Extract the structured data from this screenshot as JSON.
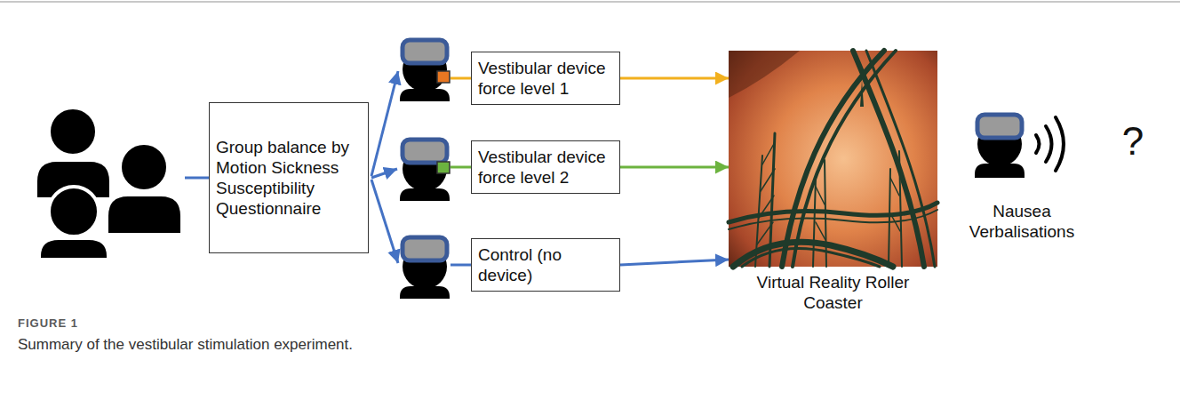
{
  "diagram": {
    "caption": "Summary of the vestibular stimulation experiment.",
    "nodes": [
      {
        "text": [
          "Group balance by Motion Sickness Susceptibility Questionnaire"
        ]
      },
      {
        "text": [
          "Vestibular device force level 1"
        ]
      },
      {
        "text": [
          "Vestibular device force level 2"
        ]
      },
      {
        "text": [
          "Control (no device)"
        ]
      },
      {
        "text": [
          "Virtual Reality Roller Coaster"
        ]
      }
    ],
    "edges": [
      {
        "from": 1,
        "to": 4,
        "arrow": "to"
      },
      {
        "from": 2,
        "to": 4,
        "arrow": "to"
      },
      {
        "from": 3,
        "to": 4,
        "arrow": "to"
      }
    ],
    "labels": [
      "?",
      "Nausea Verbalisations",
      "FIGURE 1"
    ]
  }
}
